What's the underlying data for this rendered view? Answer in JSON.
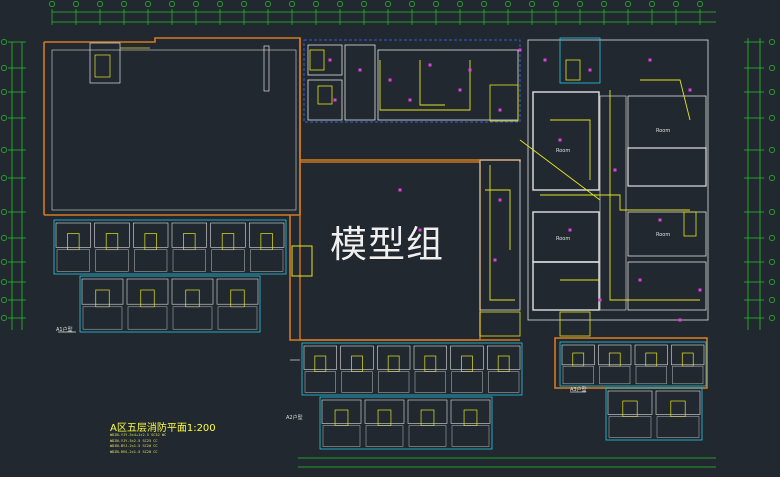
{
  "watermark": "模型组",
  "drawing_title": "A区五层消防平面1:200",
  "notes": [
    "WDZN-YJY-5×4+1×2.5 SC32 WC",
    "WDZN-YJY-5×2.5 SC25 CC",
    "WDZN-BYJ-2×1.5 SC20 CC",
    "WDZN-RVS-2×1.5 SC20 CC"
  ],
  "labels": {
    "wing_left": "A1户型",
    "wing_center": "A2户型",
    "wing_right": "A3户型",
    "rooms_small": [
      "Room",
      "Room",
      "Room",
      "Room"
    ]
  },
  "colors": {
    "background": "#212830",
    "grid": "#27c427",
    "wall": "#ffffff",
    "outline_orange": "#d27a22",
    "wiring_yellow": "#e5e520",
    "device_magenta": "#e040e0",
    "cyan": "#24c8e8",
    "blue": "#3a6cff"
  }
}
